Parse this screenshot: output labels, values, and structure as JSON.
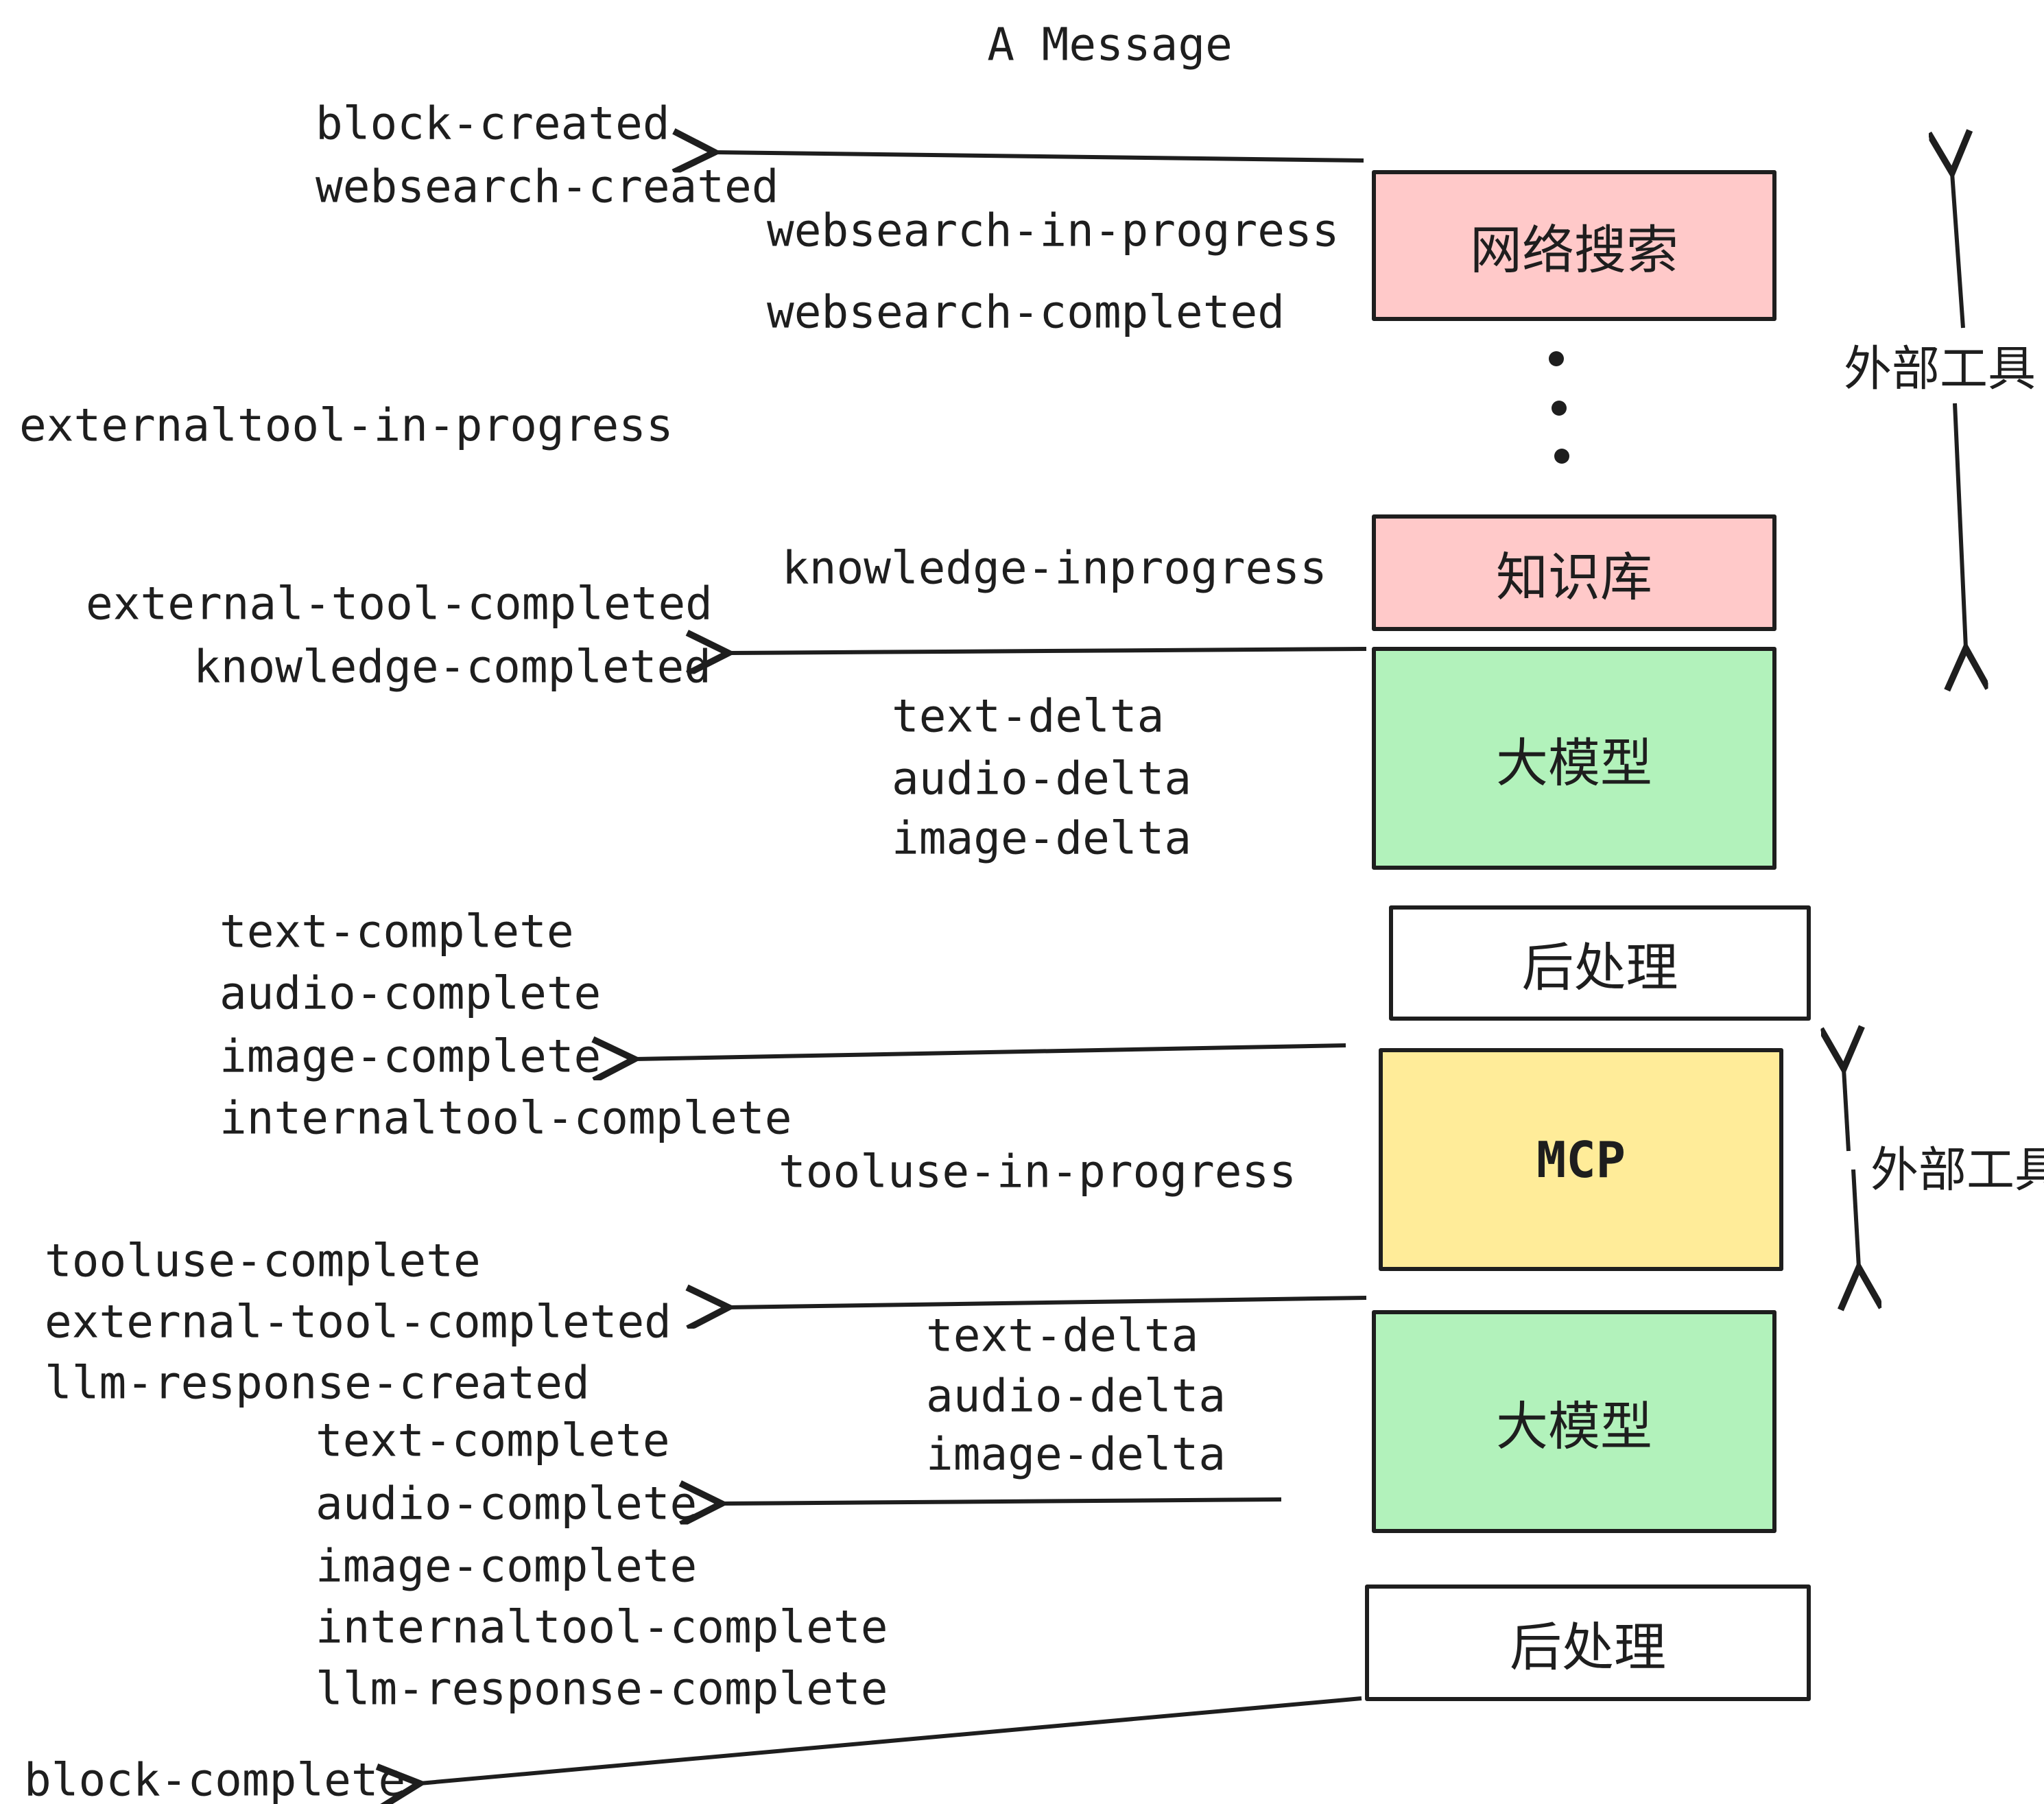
{
  "title": "A Message",
  "colors": {
    "box_pink": "#ffc9c9",
    "box_green": "#b2f2bb",
    "box_yellow": "#ffec99",
    "box_white": "#ffffff",
    "stroke": "#1e1e1e",
    "text": "#1e1e1e",
    "background": "#ffffff"
  },
  "boxes": [
    {
      "label": "网络搜索",
      "color": "#ffc9c9"
    },
    {
      "label": "知识库",
      "color": "#ffc9c9"
    },
    {
      "label": "大模型",
      "color": "#b2f2bb"
    },
    {
      "label": "后处理",
      "color": "#ffffff"
    },
    {
      "label": "MCP",
      "color": "#ffec99"
    },
    {
      "label": "大模型",
      "color": "#b2f2bb"
    },
    {
      "label": "后处理",
      "color": "#ffffff"
    }
  ],
  "side_labels": {
    "external_tools_top": "外部工具",
    "external_tools_bottom": "外部工具"
  },
  "events": {
    "block_created": "block-created",
    "websearch_created": "websearch-created",
    "websearch_in_progress": "websearch-in-progress",
    "websearch_completed": "websearch-completed",
    "externaltool_in_progress": "externaltool-in-progress",
    "knowledge_inprogress": "knowledge-inprogress",
    "external_tool_completed": "external-tool-completed",
    "knowledge_completed": "knowledge-completed",
    "text_delta": "text-delta",
    "audio_delta": "audio-delta",
    "image_delta": "image-delta",
    "text_complete": "text-complete",
    "audio_complete": "audio-complete",
    "image_complete": "image-complete",
    "internaltool_complete": "internaltool-complete",
    "tooluse_in_progress": "tooluse-in-progress",
    "tooluse_complete": "tooluse-complete",
    "external_tool_completed_2": "external-tool-completed",
    "llm_response_created": "llm-response-created",
    "text_delta_2": "text-delta",
    "audio_delta_2": "audio-delta",
    "image_delta_2": "image-delta",
    "text_complete_2": "text-complete",
    "audio_complete_2": "audio-complete",
    "image_complete_2": "image-complete",
    "internaltool_complete_2": "internaltool-complete",
    "llm_response_complete": "llm-response-complete",
    "block_complete": "block-complete"
  }
}
